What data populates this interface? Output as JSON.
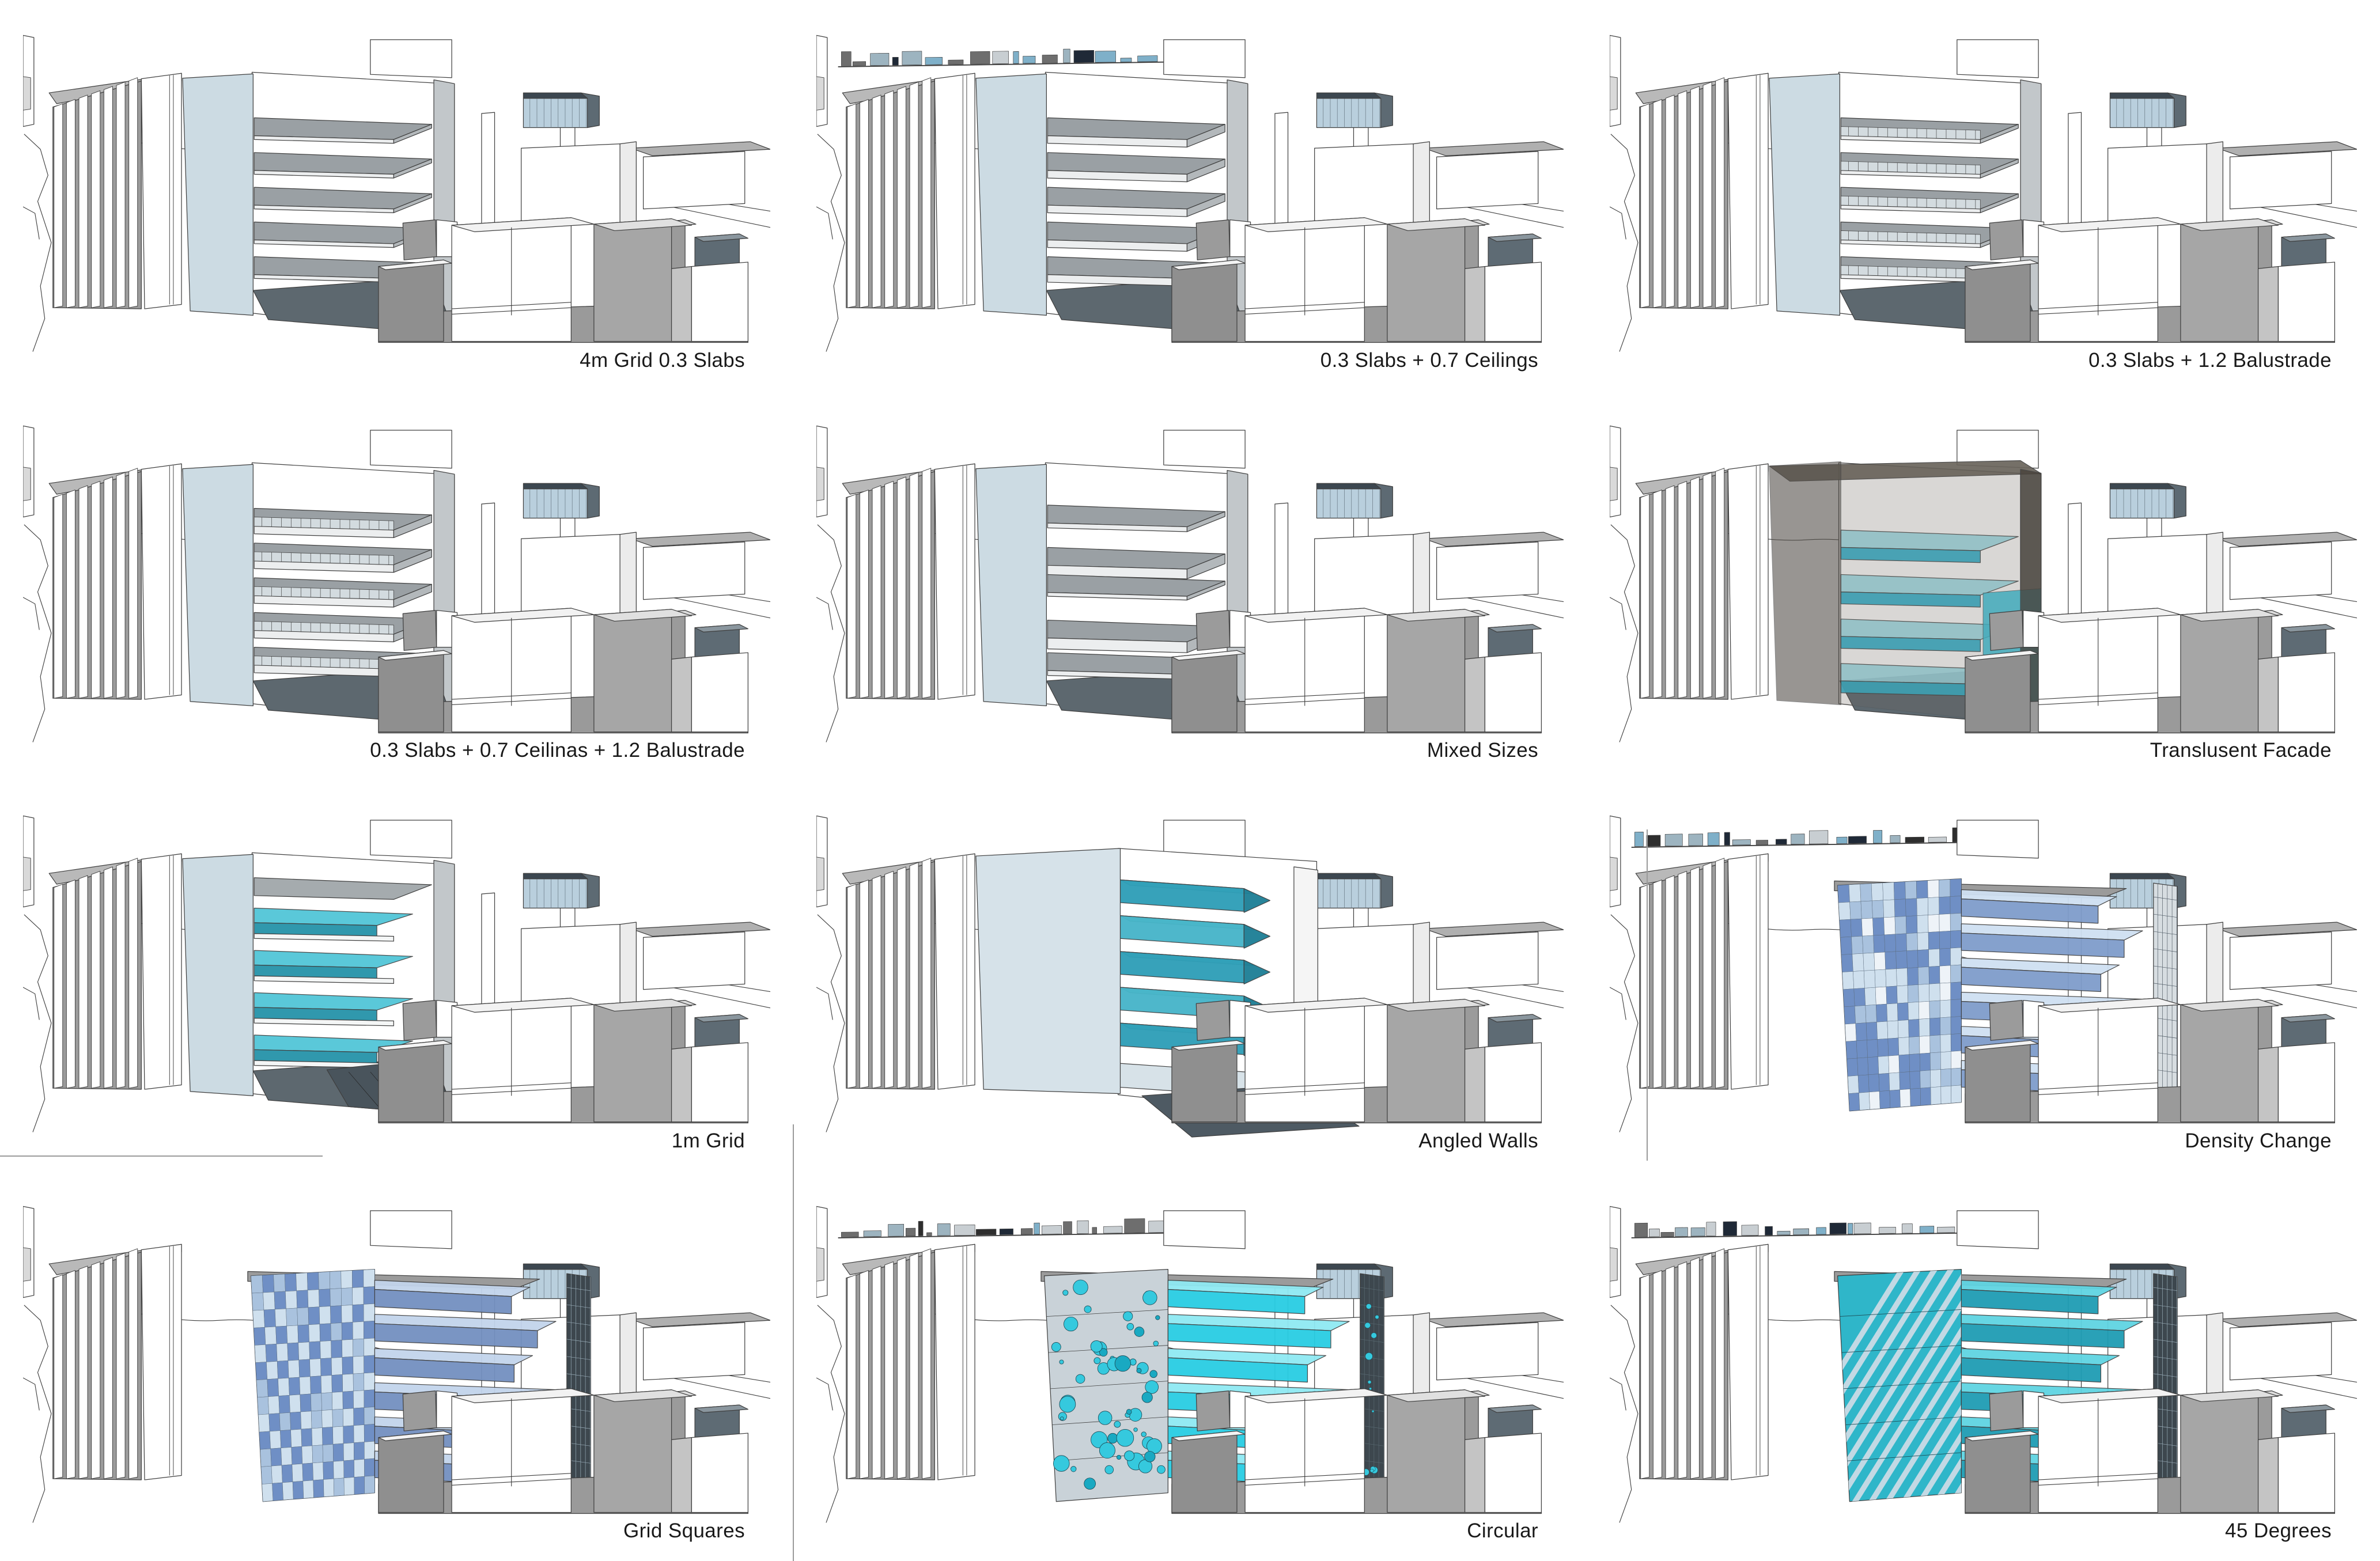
{
  "sheet": {
    "background": "#ffffff",
    "rows": 4,
    "cols": 3,
    "description_visible_text_only": true
  },
  "palette": {
    "outline": "#3f3f3f",
    "paper": "#ffffff",
    "roof_gray": "#b9b9b9",
    "slat_gap": "#9b9b9b",
    "slab_gray": "#9aa0a4",
    "slab_edge": "#eceeef",
    "slab_cut": "#b3b8bb",
    "floor_dark": "#5d686f",
    "wall_blue": "#ccdbe3",
    "wall_blue_light": "#d6e2e9",
    "glass_roofbox": "#b9cfdd",
    "fg_gray": "#9a9a9a",
    "fg_gray_light": "#c4c4c4",
    "fg_slate": "#5e6b74",
    "cyan_top": "#9fdfeb",
    "cyan": "#2fb3cf",
    "cyan_patch": "#35c4dd",
    "cyan_bright": "#29cde3",
    "cyan_bright_top": "#8fe9f3",
    "teal": "#2593a9",
    "teal_top": "#52c6d8",
    "angled_a": "#2f9fb8",
    "angled_b": "#47b5c9",
    "angled_dark": "#1f7f96",
    "angled_top": "#7fd0df",
    "blue_vol": "#7f9ccb",
    "blue_vol_top": "#cfe0f2",
    "checker": [
      "#6f8fc5",
      "#a9c2de",
      "#cfe0ee",
      "#eef3f8"
    ],
    "circle_fill": "#35c9de",
    "circle_fill_dark": "#19a9c2",
    "deg_base": "#2fb6c9",
    "deg_stripe": "#c2d9e4",
    "dark_wall": "#3d474e",
    "trans_wall": "#6a645c"
  },
  "panels": [
    {
      "label": "4m Grid 0.3 Slabs",
      "variant": "slabs",
      "slab_h": 7,
      "balustrade": false,
      "clutter": false
    },
    {
      "label": "0.3 Slabs + 0.7 Ceilings",
      "variant": "slabs",
      "slab_h": 14,
      "balustrade": false,
      "clutter": true
    },
    {
      "label": "0.3 Slabs + 1.2 Balustrade",
      "variant": "slabs",
      "slab_h": 7,
      "balustrade": true,
      "clutter": false
    },
    {
      "label": "0.3 Slabs + 0.7 Ceilinas + 1.2 Balustrade",
      "variant": "slabs",
      "slab_h": 14,
      "balustrade": true,
      "clutter": false
    },
    {
      "label": "Mixed Sizes",
      "variant": "mixed",
      "clutter": false
    },
    {
      "label": "Translusent Facade",
      "variant": "translucent",
      "clutter": false
    },
    {
      "label": "1m Grid",
      "variant": "grid1m",
      "clutter": false
    },
    {
      "label": "Angled Walls",
      "variant": "angled",
      "clutter": false
    },
    {
      "label": "Density Change",
      "variant": "density",
      "clutter": true
    },
    {
      "label": "Grid Squares",
      "variant": "squares",
      "clutter": false
    },
    {
      "label": "Circular",
      "variant": "circular",
      "clutter": true
    },
    {
      "label": "45 Degrees",
      "variant": "deg45",
      "clutter": true
    }
  ]
}
